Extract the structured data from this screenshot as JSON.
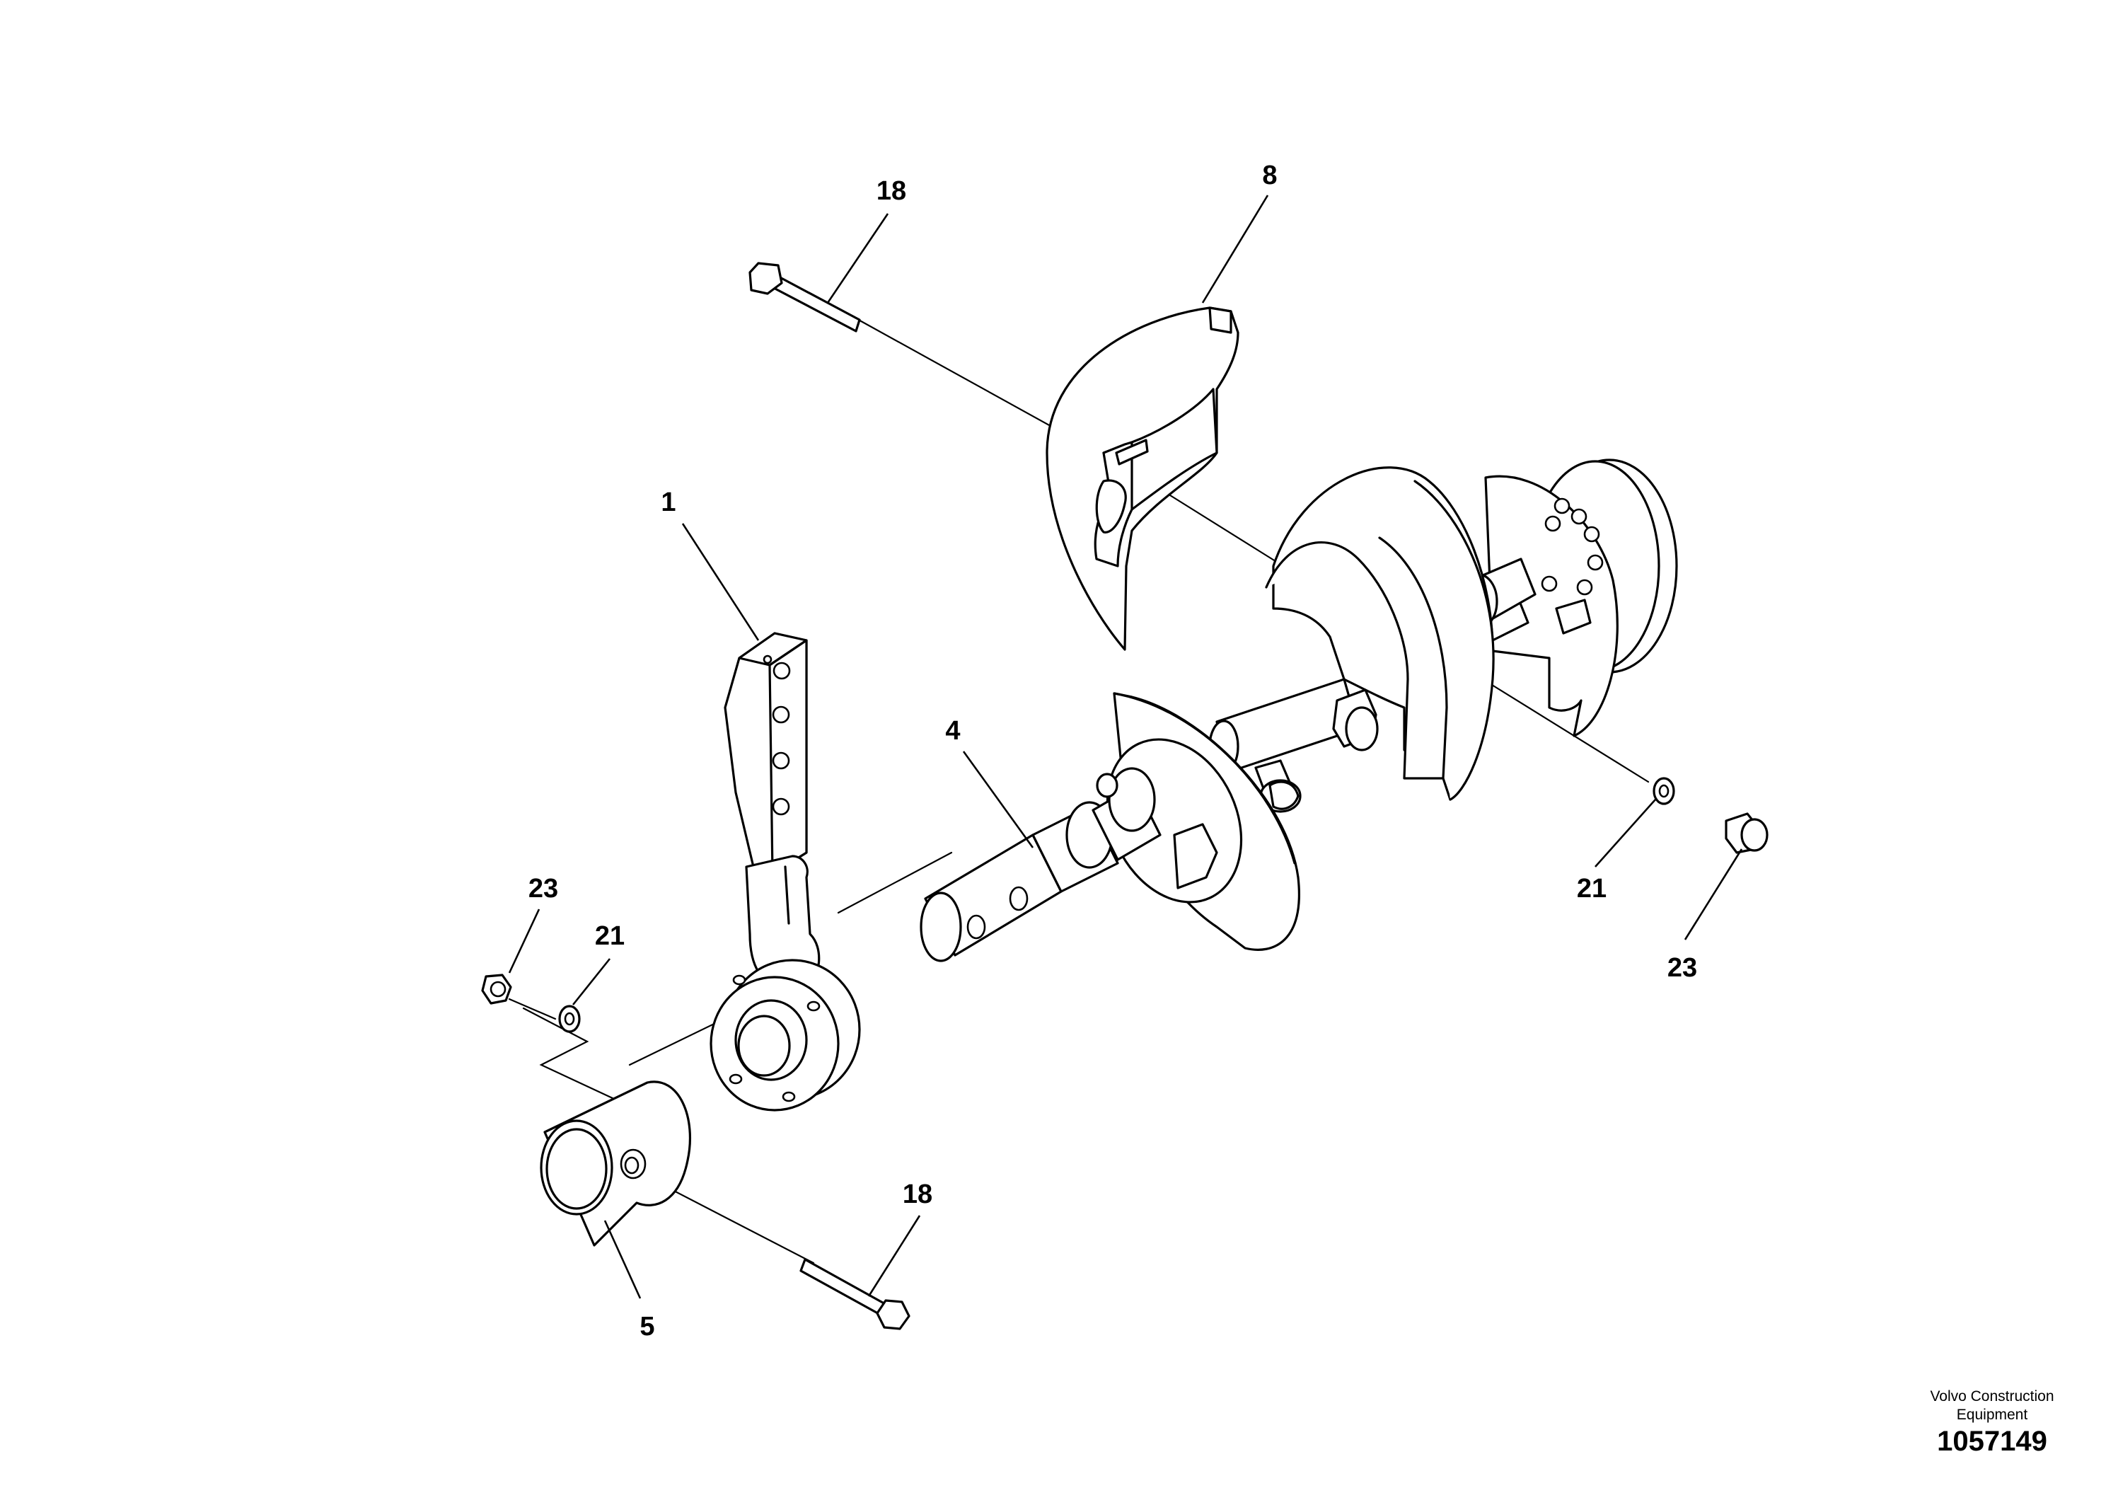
{
  "callouts": {
    "c18_top": "18",
    "c8": "8",
    "c1": "1",
    "c4": "4",
    "c23_left": "23",
    "c21_left": "21",
    "c21_right": "21",
    "c23_right": "23",
    "c18_bottom": "18",
    "c5": "5"
  },
  "footer": {
    "brand_line1": "Volvo Construction",
    "brand_line2": "Equipment",
    "drawing_number": "1057149"
  }
}
